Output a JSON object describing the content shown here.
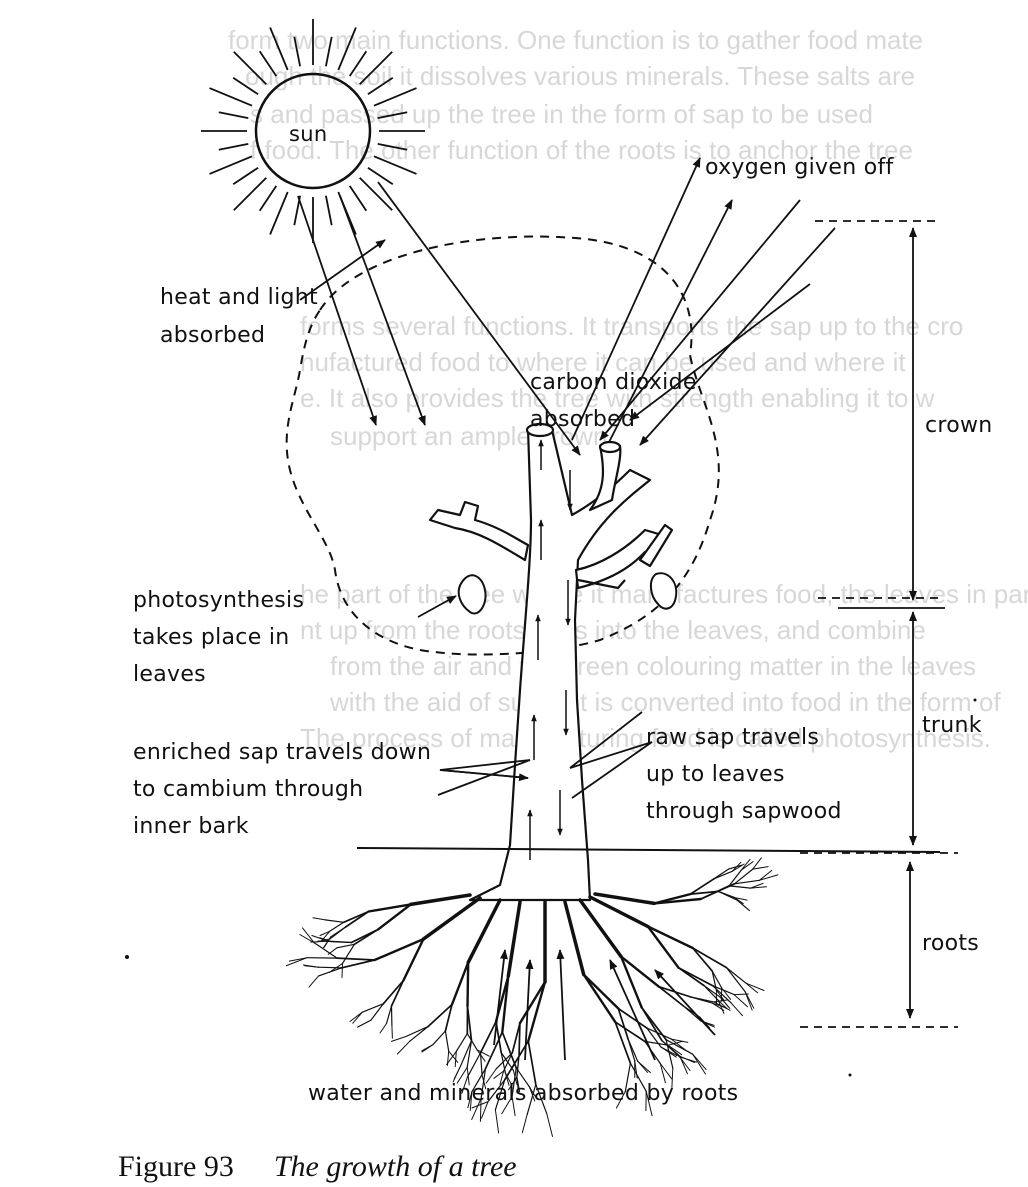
{
  "background_text": [
    "form two main functions. One function is to gather food mate",
    "ough the soil it dissolves various minerals. These salts are",
    "s and passed up the tree in the form of sap to be used",
    "f food. The other function of the roots is to anchor the tree",
    "forms several functions. It transports the sap up to the cro",
    "nufactured food to where it can be used and where it",
    "e. It also provides the tree with strength enabling it to w",
    "support an ample crown.",
    "he part of the tree where it manufactures food, the leaves in par",
    "nt up from the roots pass into the leaves, and combine",
    "from the air and the green colouring matter in the leaves",
    "with the aid of sunlight is converted into food in the form of",
    "The process of manufacturing food is called photosynthesis."
  ],
  "labels": {
    "sun": "sun",
    "oxygen": "oxygen given off",
    "heat_light_1": "heat and light",
    "heat_light_2": "absorbed",
    "co2_1": "carbon dioxide",
    "co2_2": "absorbed",
    "crown": "crown",
    "photo_1": "photosynthesis",
    "photo_2": "takes place in",
    "photo_3": "leaves",
    "trunk": "trunk",
    "enriched_1": "enriched sap travels down",
    "enriched_2": "to cambium through",
    "enriched_3": "inner bark",
    "raw_1": "raw sap travels",
    "raw_2": "up to leaves",
    "raw_3": "through sapwood",
    "roots": "roots",
    "water": "water and minerals absorbed by roots"
  },
  "caption": {
    "figure": "Figure 93",
    "title": "The growth of a tree"
  }
}
